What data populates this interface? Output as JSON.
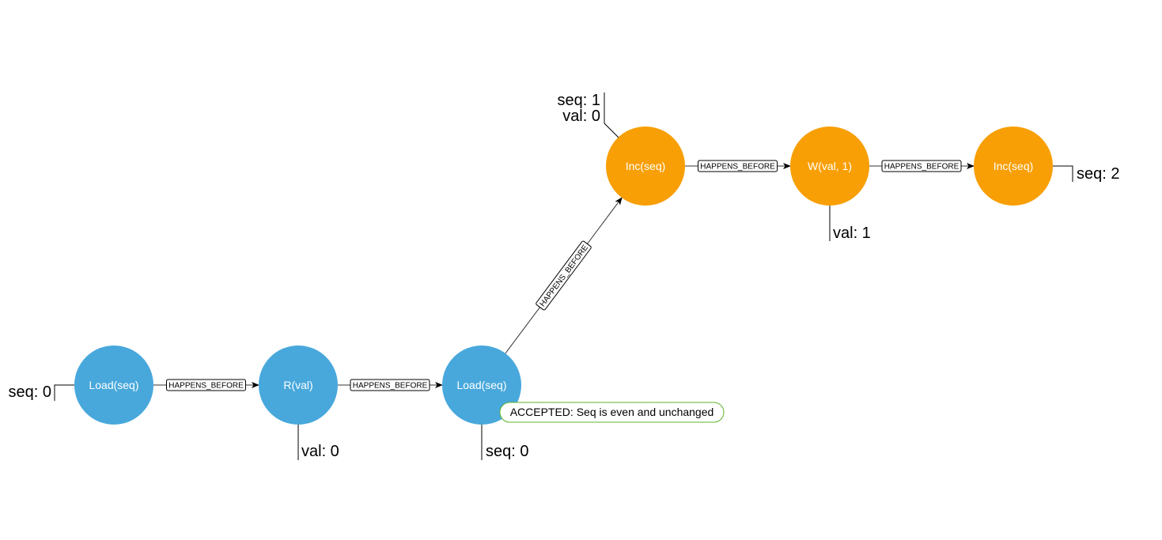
{
  "colors": {
    "reader_node": "#48a8dc",
    "writer_node": "#f89f06",
    "edge": "#333333",
    "accepted_border": "#5fb32d"
  },
  "nodes": [
    {
      "id": "n1",
      "label": "Load(seq)",
      "kind": "reader"
    },
    {
      "id": "n2",
      "label": "R(val)",
      "kind": "reader"
    },
    {
      "id": "n3",
      "label": "Load(seq)",
      "kind": "reader"
    },
    {
      "id": "n4",
      "label": "Inc(seq)",
      "kind": "writer"
    },
    {
      "id": "n5",
      "label": "W(val, 1)",
      "kind": "writer"
    },
    {
      "id": "n6",
      "label": "Inc(seq)",
      "kind": "writer"
    }
  ],
  "edges": [
    {
      "from": "n1",
      "to": "n2",
      "label": "HAPPENS_BEFORE"
    },
    {
      "from": "n2",
      "to": "n3",
      "label": "HAPPENS_BEFORE"
    },
    {
      "from": "n3",
      "to": "n4",
      "label": "HAPPENS_BEFORE"
    },
    {
      "from": "n4",
      "to": "n5",
      "label": "HAPPENS_BEFORE"
    },
    {
      "from": "n5",
      "to": "n6",
      "label": "HAPPENS_BEFORE"
    }
  ],
  "annotations": [
    {
      "node": "n1",
      "lines": [
        "seq: 0"
      ]
    },
    {
      "node": "n2",
      "lines": [
        "val: 0"
      ]
    },
    {
      "node": "n3",
      "lines": [
        "seq: 0"
      ]
    },
    {
      "node": "n4",
      "lines": [
        "seq: 1",
        "val: 0"
      ]
    },
    {
      "node": "n5",
      "lines": [
        "val: 1"
      ]
    },
    {
      "node": "n6",
      "lines": [
        "seq: 2"
      ]
    }
  ],
  "status": {
    "node": "n3",
    "text": "ACCEPTED: Seq is even and unchanged"
  }
}
